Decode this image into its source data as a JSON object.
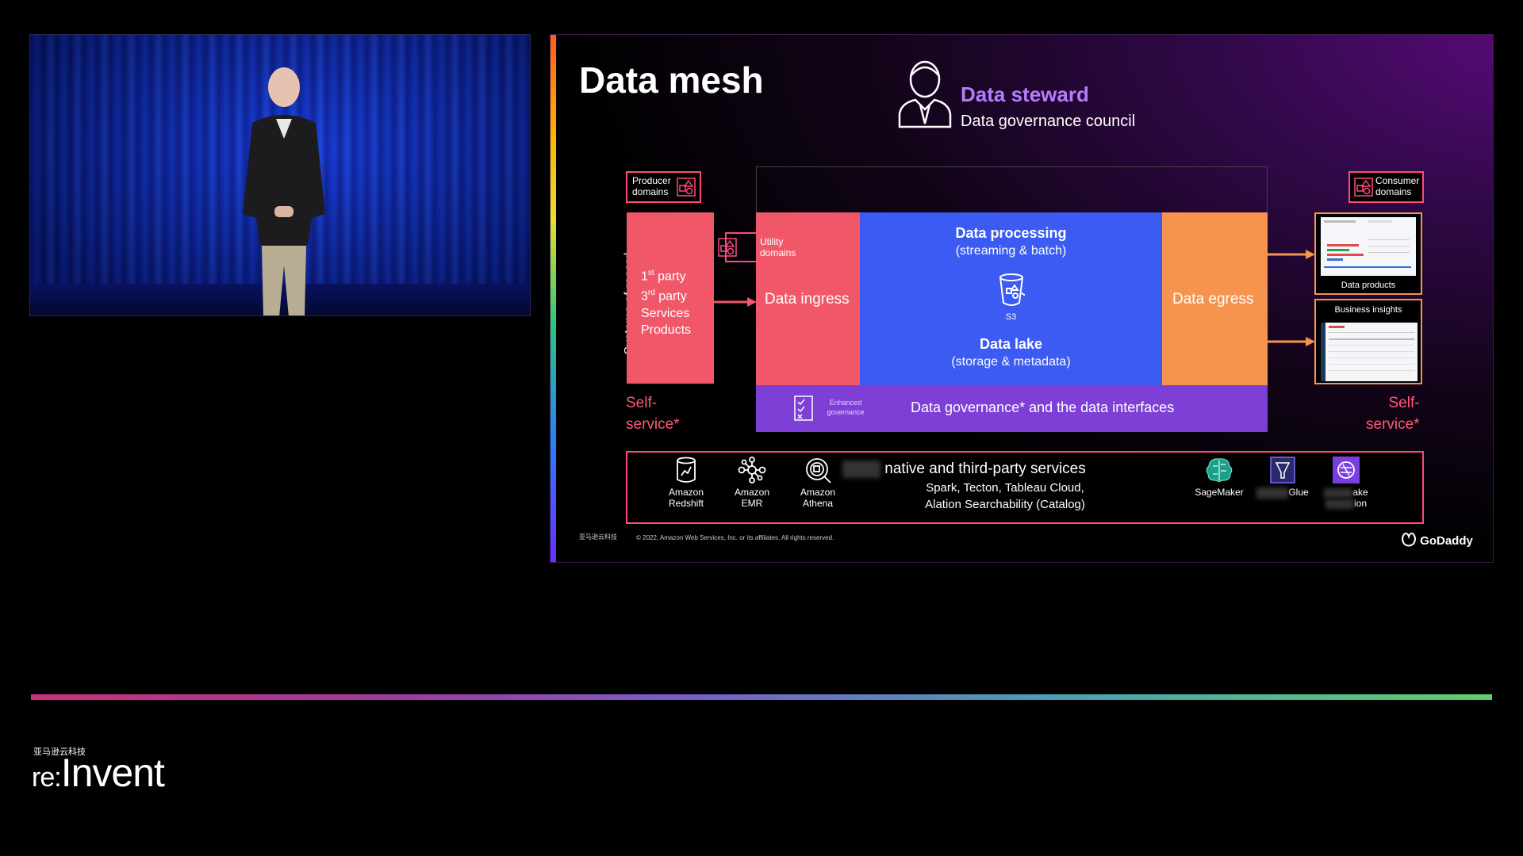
{
  "slide": {
    "title": "Data mesh",
    "steward": {
      "title": "Data steward",
      "subtitle": "Data governance council"
    },
    "producer_domains": "Producer domains",
    "consumer_domains": "Consumer domains",
    "utility_domains": "Utility domains",
    "systems_of_record": "Systems of record",
    "sources": {
      "first": "1",
      "first_sup": "st",
      "first_rest": " party",
      "third": "3",
      "third_sup": "rd",
      "third_rest": " party",
      "services": "Services",
      "products": "Products"
    },
    "data_ingress": "Data ingress",
    "data_egress": "Data egress",
    "processing": {
      "title": "Data processing",
      "subtitle": "(streaming & batch)"
    },
    "s3_label": "S3",
    "lake": {
      "title": "Data lake",
      "subtitle": "(storage & metadata)"
    },
    "governance": {
      "enhanced": "Enhanced governance",
      "label": "Data governance* and the data interfaces"
    },
    "data_products": "Data products",
    "business_insights": "Business insights",
    "self_service_left": [
      "Self-",
      "service*"
    ],
    "self_service_right": [
      "Self-",
      "service*"
    ],
    "services": {
      "redshift": [
        "Amazon",
        "Redshift"
      ],
      "emr": [
        "Amazon",
        "EMR"
      ],
      "athena": [
        "Amazon",
        "Athena"
      ],
      "native_title": "native and third-party services",
      "native_line1": "Spark, Tecton, Tableau Cloud,",
      "native_line2": "Alation Searchability (Catalog)",
      "sagemaker": "SageMaker",
      "glue_partial": "Glue",
      "lake_partial": [
        "ake",
        "ion"
      ]
    },
    "aws_logo_text": "亚马逊云科技",
    "copyright": "© 2022, Amazon Web Services, Inc. or its affiliates. All rights reserved.",
    "godaddy": "GoDaddy"
  },
  "footer": {
    "brand_cn": "亚马逊云科技",
    "brand_re": "re:",
    "brand_invent": "Invent"
  },
  "colors": {
    "accent_purple": "#b57cff",
    "coral": "#f0586a",
    "blue": "#3b5bf2",
    "orange": "#f6944f",
    "violet": "#7e3fd6",
    "pink_border": "#ff4a7a"
  }
}
